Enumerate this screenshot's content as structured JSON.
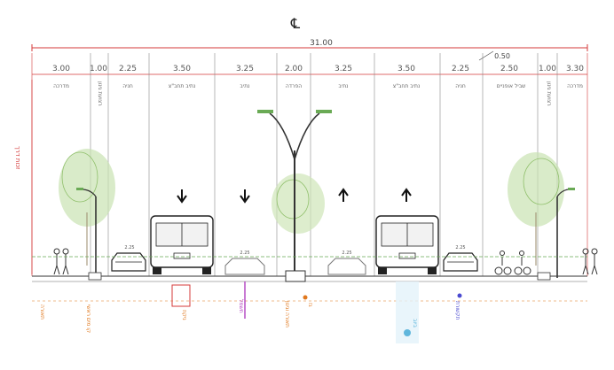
{
  "title": "",
  "centerline": "℄",
  "total_width": "31.00",
  "sub_width": "0.50",
  "lanes": [
    {
      "width": "3.00",
      "label": "מדרכה"
    },
    {
      "width": "1.00",
      "label": "רצועת גינון"
    },
    {
      "width": "2.25",
      "label": "חניה"
    },
    {
      "width": "3.50",
      "label": "נתיב תחב\"צ"
    },
    {
      "width": "3.25",
      "label": "נתיב"
    },
    {
      "width": "2.00",
      "label": "הפרדה"
    },
    {
      "width": "3.25",
      "label": "נתיב"
    },
    {
      "width": "3.50",
      "label": "נתיב תחב\"צ"
    },
    {
      "width": "2.25",
      "label": "חניה"
    },
    {
      "width": "2.50",
      "label": "שביל אופניים"
    },
    {
      "width": "1.00",
      "label": "רצועת גינון"
    },
    {
      "width": "3.30",
      "label": "מדרכה"
    }
  ],
  "row_label": "זכות דרך",
  "vehicle_labels": [
    "2.25",
    "2.25",
    "2.25",
    "2.25"
  ],
  "utility_labels": [
    {
      "text": "תאורה",
      "color": "#e0781e"
    },
    {
      "text": "קו מים ראשי",
      "color": "#e0781e"
    },
    {
      "text": "ניקוז",
      "color": "#e0781e"
    },
    {
      "text": "חשמל",
      "color": "#b040c0"
    },
    {
      "text": "תאורה וגינון",
      "color": "#e0781e"
    },
    {
      "text": "ביוב",
      "color": "#5fb6dc"
    },
    {
      "text": "תקשורת",
      "color": "#4a4ad0"
    },
    {
      "text": "גז",
      "color": "#e0781e"
    }
  ],
  "colors": {
    "dim_red": "#d43a3a",
    "tree": "#8fbf6a",
    "orange": "#e0781e",
    "blue": "#4a4ad0",
    "cyan": "#5fb6dc",
    "magenta": "#b040c0"
  }
}
